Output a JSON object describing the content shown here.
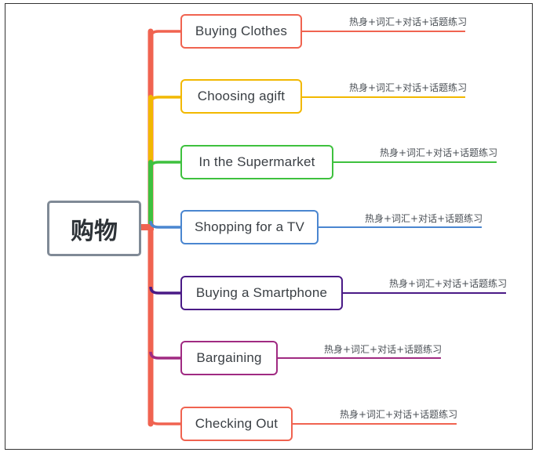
{
  "root": {
    "label": "购物"
  },
  "branches": [
    {
      "label": "Buying Clothes",
      "note": "热身+词汇+对话+话题练习",
      "color": "#f06350"
    },
    {
      "label": "Choosing agift",
      "note": "热身+词汇+对话+话题练习",
      "color": "#f2b800"
    },
    {
      "label": "In the Supermarket",
      "note": "热身+词汇+对话+话题练习",
      "color": "#3ec13e"
    },
    {
      "label": "Shopping for a TV",
      "note": "热身+词汇+对话+话题练习",
      "color": "#4a86d0"
    },
    {
      "label": "Buying a Smartphone",
      "note": "热身+词汇+对话+话题练习",
      "color": "#4a1a86"
    },
    {
      "label": "Bargaining",
      "note": "热身+词汇+对话+话题练习",
      "color": "#a02a82"
    },
    {
      "label": "Checking Out",
      "note": "热身+词汇+对话+话题练习",
      "color": "#f06350"
    }
  ]
}
